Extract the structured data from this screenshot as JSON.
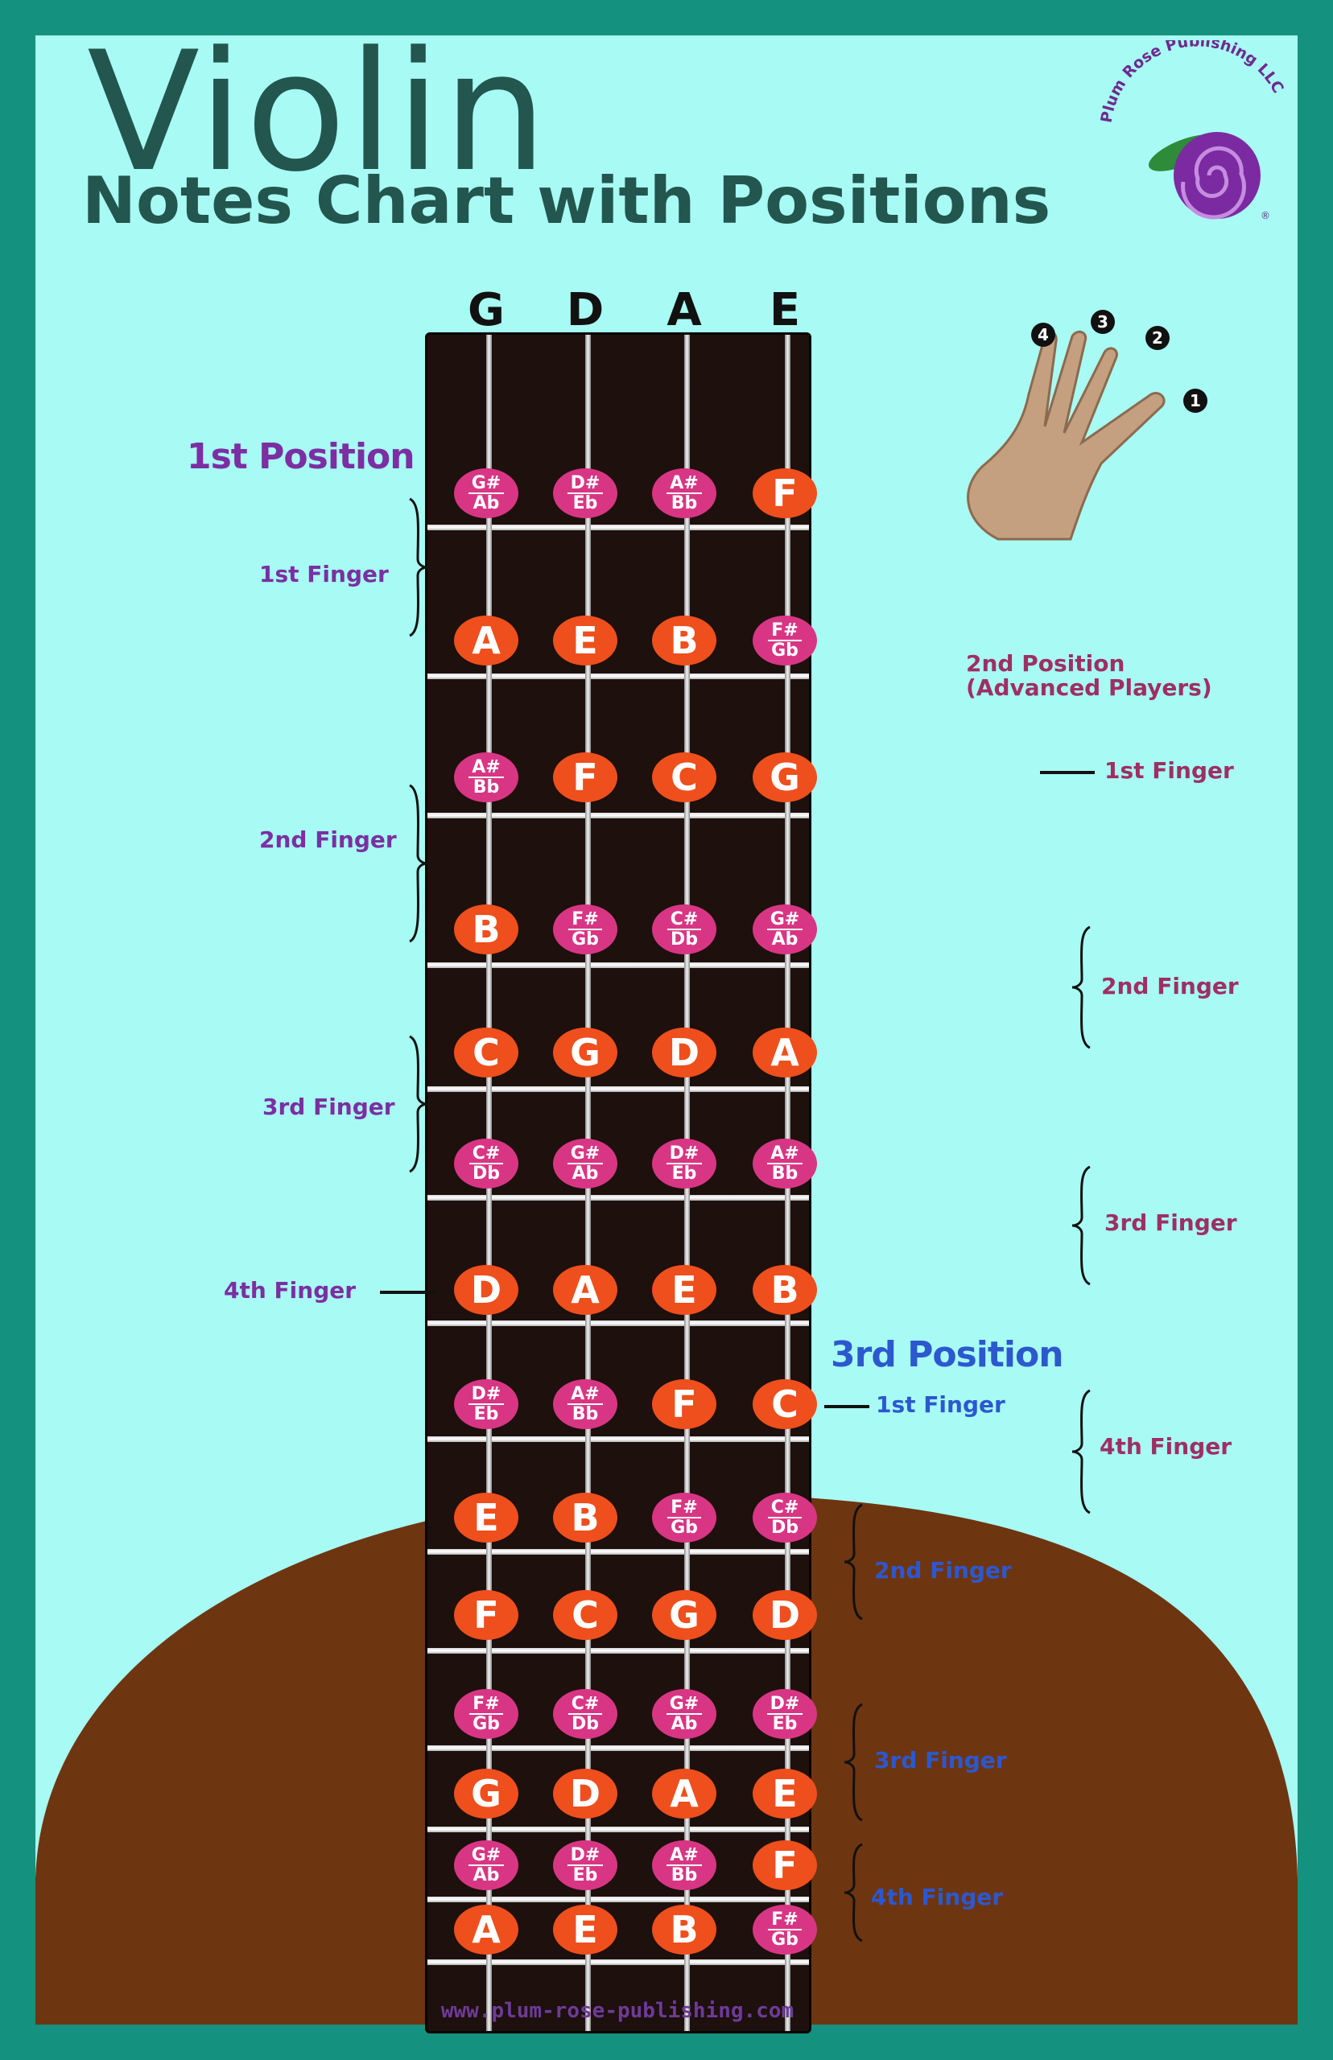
{
  "title": "Violin",
  "subtitle": "Notes Chart with Positions",
  "logo_text": "Plum Rose Publishing LLC",
  "website": "www.plum-rose-publishing.com",
  "strings": [
    "G",
    "D",
    "A",
    "E"
  ],
  "hand_fingers": [
    "4",
    "3",
    "2",
    "1"
  ],
  "notes_by_row": [
    [
      {
        "t": "G#",
        "b": "Ab"
      },
      {
        "t": "D#",
        "b": "Eb"
      },
      {
        "t": "A#",
        "b": "Bb"
      },
      "F"
    ],
    [
      "A",
      "E",
      "B",
      {
        "t": "F#",
        "b": "Gb"
      }
    ],
    [
      {
        "t": "A#",
        "b": "Bb"
      },
      "F",
      "C",
      "G"
    ],
    [
      "B",
      {
        "t": "F#",
        "b": "Gb"
      },
      {
        "t": "C#",
        "b": "Db"
      },
      {
        "t": "G#",
        "b": "Ab"
      }
    ],
    [
      "C",
      "G",
      "D",
      "A"
    ],
    [
      {
        "t": "C#",
        "b": "Db"
      },
      {
        "t": "G#",
        "b": "Ab"
      },
      {
        "t": "D#",
        "b": "Eb"
      },
      {
        "t": "A#",
        "b": "Bb"
      }
    ],
    [
      "D",
      "A",
      "E",
      "B"
    ],
    [
      {
        "t": "D#",
        "b": "Eb"
      },
      {
        "t": "A#",
        "b": "Bb"
      },
      "F",
      "C"
    ],
    [
      "E",
      "B",
      {
        "t": "F#",
        "b": "Gb"
      },
      {
        "t": "C#",
        "b": "Db"
      }
    ],
    [
      "F",
      "C",
      "G",
      "D"
    ],
    [
      {
        "t": "F#",
        "b": "Gb"
      },
      {
        "t": "C#",
        "b": "Db"
      },
      {
        "t": "G#",
        "b": "Ab"
      },
      {
        "t": "D#",
        "b": "Eb"
      }
    ],
    [
      "G",
      "D",
      "A",
      "E"
    ],
    [
      {
        "t": "G#",
        "b": "Ab"
      },
      {
        "t": "D#",
        "b": "Eb"
      },
      {
        "t": "A#",
        "b": "Bb"
      },
      "F"
    ],
    [
      "A",
      "E",
      "B",
      {
        "t": "F#",
        "b": "Gb"
      }
    ]
  ],
  "position1": {
    "title": "1st Position",
    "fingers": [
      "1st Finger",
      "2nd Finger",
      "3rd Finger",
      "4th Finger"
    ]
  },
  "position2": {
    "title_line1": "2nd Position",
    "title_line2": "(Advanced Players)",
    "fingers": [
      "1st Finger",
      "2nd Finger",
      "3rd Finger",
      "4th Finger"
    ]
  },
  "position3": {
    "title": "3rd Position",
    "fingers": [
      "1st Finger",
      "2nd Finger",
      "3rd Finger",
      "4th Finger"
    ]
  },
  "colors": {
    "frame": "#14917f",
    "background": "#a8fbf4",
    "hill": "#6e3511",
    "fingerboard": "#1d100d",
    "natural_note": "#ee4f1d",
    "accidental_note": "#d83684",
    "position1": "#7b2fa2",
    "position2": "#9e2f63",
    "position3": "#2c58cf",
    "title": "#23564f"
  }
}
